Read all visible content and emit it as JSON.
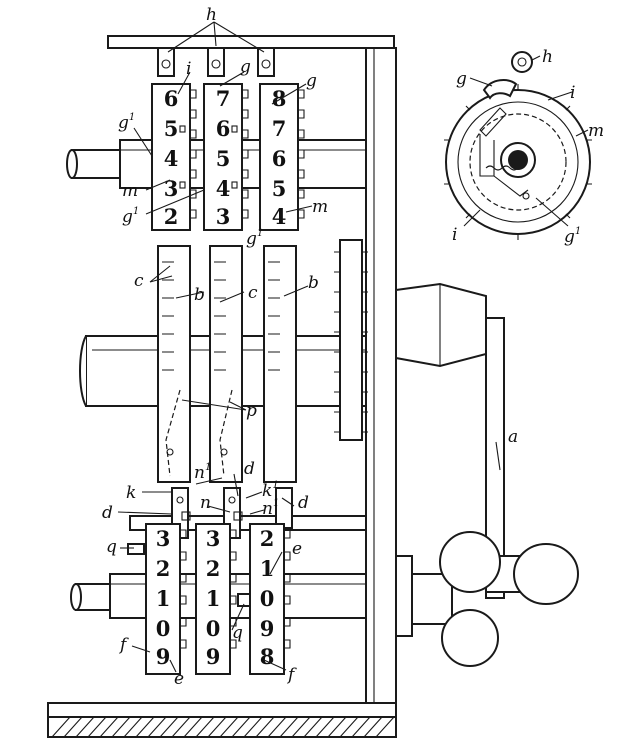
{
  "labels": {
    "h": "h",
    "i": "i",
    "g": "g",
    "g1": "g",
    "g1_sup": "1",
    "m": "m",
    "c": "c",
    "b": "b",
    "p": "p",
    "k": "k",
    "n": "n",
    "n1_sup": "1",
    "d": "d",
    "q": "q",
    "e": "e",
    "f": "f",
    "a": "a"
  },
  "upper_wheels": {
    "left": [
      "6",
      "5",
      "4",
      "3",
      "2"
    ],
    "middle": [
      "7",
      "6",
      "5",
      "4",
      "3"
    ],
    "right": [
      "8",
      "7",
      "6",
      "5",
      "4"
    ]
  },
  "lower_wheels": {
    "left": [
      "3",
      "2",
      "1",
      "0",
      "9"
    ],
    "middle": [
      "3",
      "2",
      "1",
      "0",
      "9"
    ],
    "right": [
      "2",
      "1",
      "0",
      "9",
      "8"
    ]
  }
}
